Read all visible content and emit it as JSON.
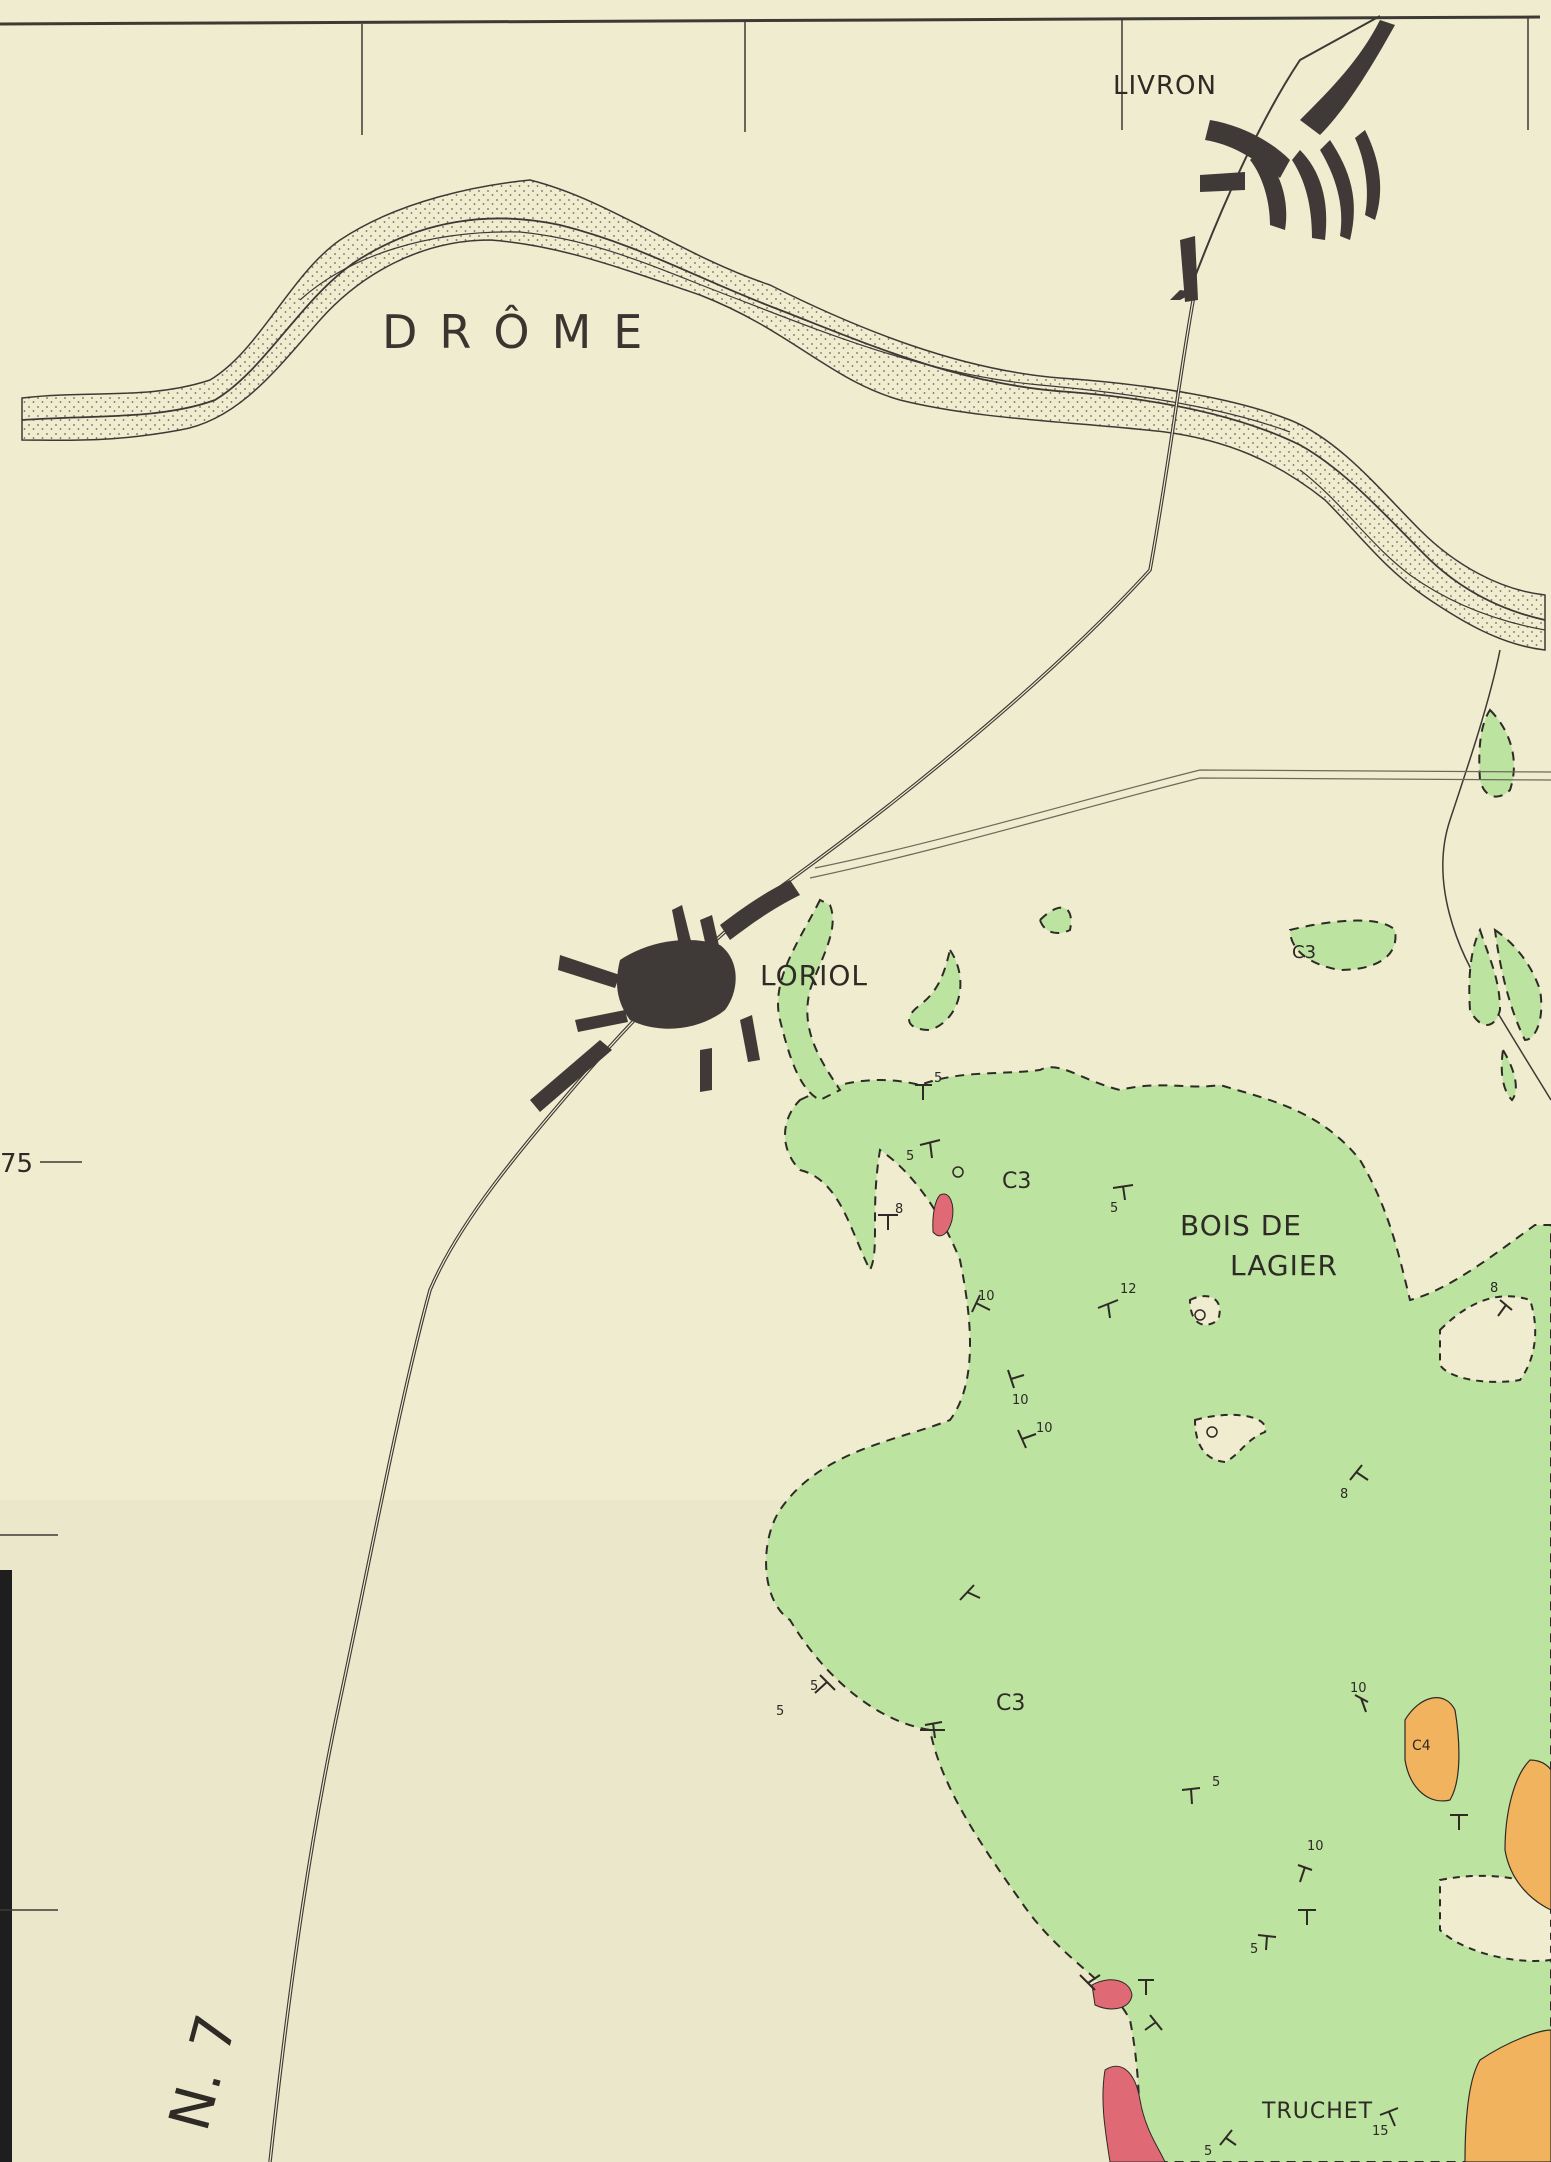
{
  "map": {
    "places": {
      "livron": "LIVRON",
      "loriol": "LORIOL",
      "bois_de_lagier_line1": "BOIS DE",
      "bois_de_lagier_line2": "LAGIER",
      "truchet": "TRUCHET"
    },
    "river": "DRÔME",
    "road": "N. 7",
    "coordinate_tick": "75",
    "units": [
      "C3",
      "C3",
      "C3",
      "C4"
    ],
    "dips": [
      "5",
      "5",
      "8",
      "5",
      "12",
      "10",
      "10",
      "8",
      "8",
      "10",
      "5",
      "5",
      "10",
      "5",
      "10",
      "5",
      "5",
      "15"
    ]
  },
  "colors": {
    "paper": "#efeccf",
    "unit_c3": "#bde3a0",
    "unit_c4": "#f2b35e",
    "unit_red": "#df6a76",
    "town": "#3f3a37",
    "river_fill": "#ece9cc"
  }
}
